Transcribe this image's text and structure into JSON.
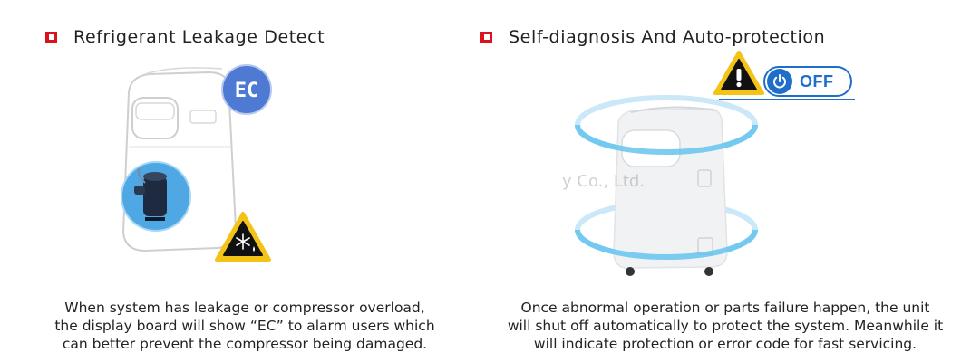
{
  "left": {
    "heading": "Refrigerant Leakage Detect",
    "display_code": "EC",
    "description": [
      "When system has leakage or compressor overload,",
      "the display board will show “EC” to alarm users which",
      "can better prevent the compressor being damaged."
    ]
  },
  "right": {
    "heading": "Self-diagnosis And Auto-protection",
    "power_status": "OFF",
    "description": [
      "Once abnormal operation or parts failure happen, the unit",
      "will shut off automatically to protect the system. Meanwhile it",
      "will indicate protection or error code for fast servicing."
    ]
  },
  "watermark": "y Co., Ltd.",
  "colors": {
    "bullet_red": "#d9141e",
    "badge_blue": "#4f7ad3",
    "warning_yellow": "#f3c316",
    "toggle_blue": "#1f6ec9",
    "ring_blue": "#6ec6f0"
  },
  "icons": [
    "warning-icon",
    "snowflake-icon",
    "power-icon",
    "compressor-icon"
  ]
}
